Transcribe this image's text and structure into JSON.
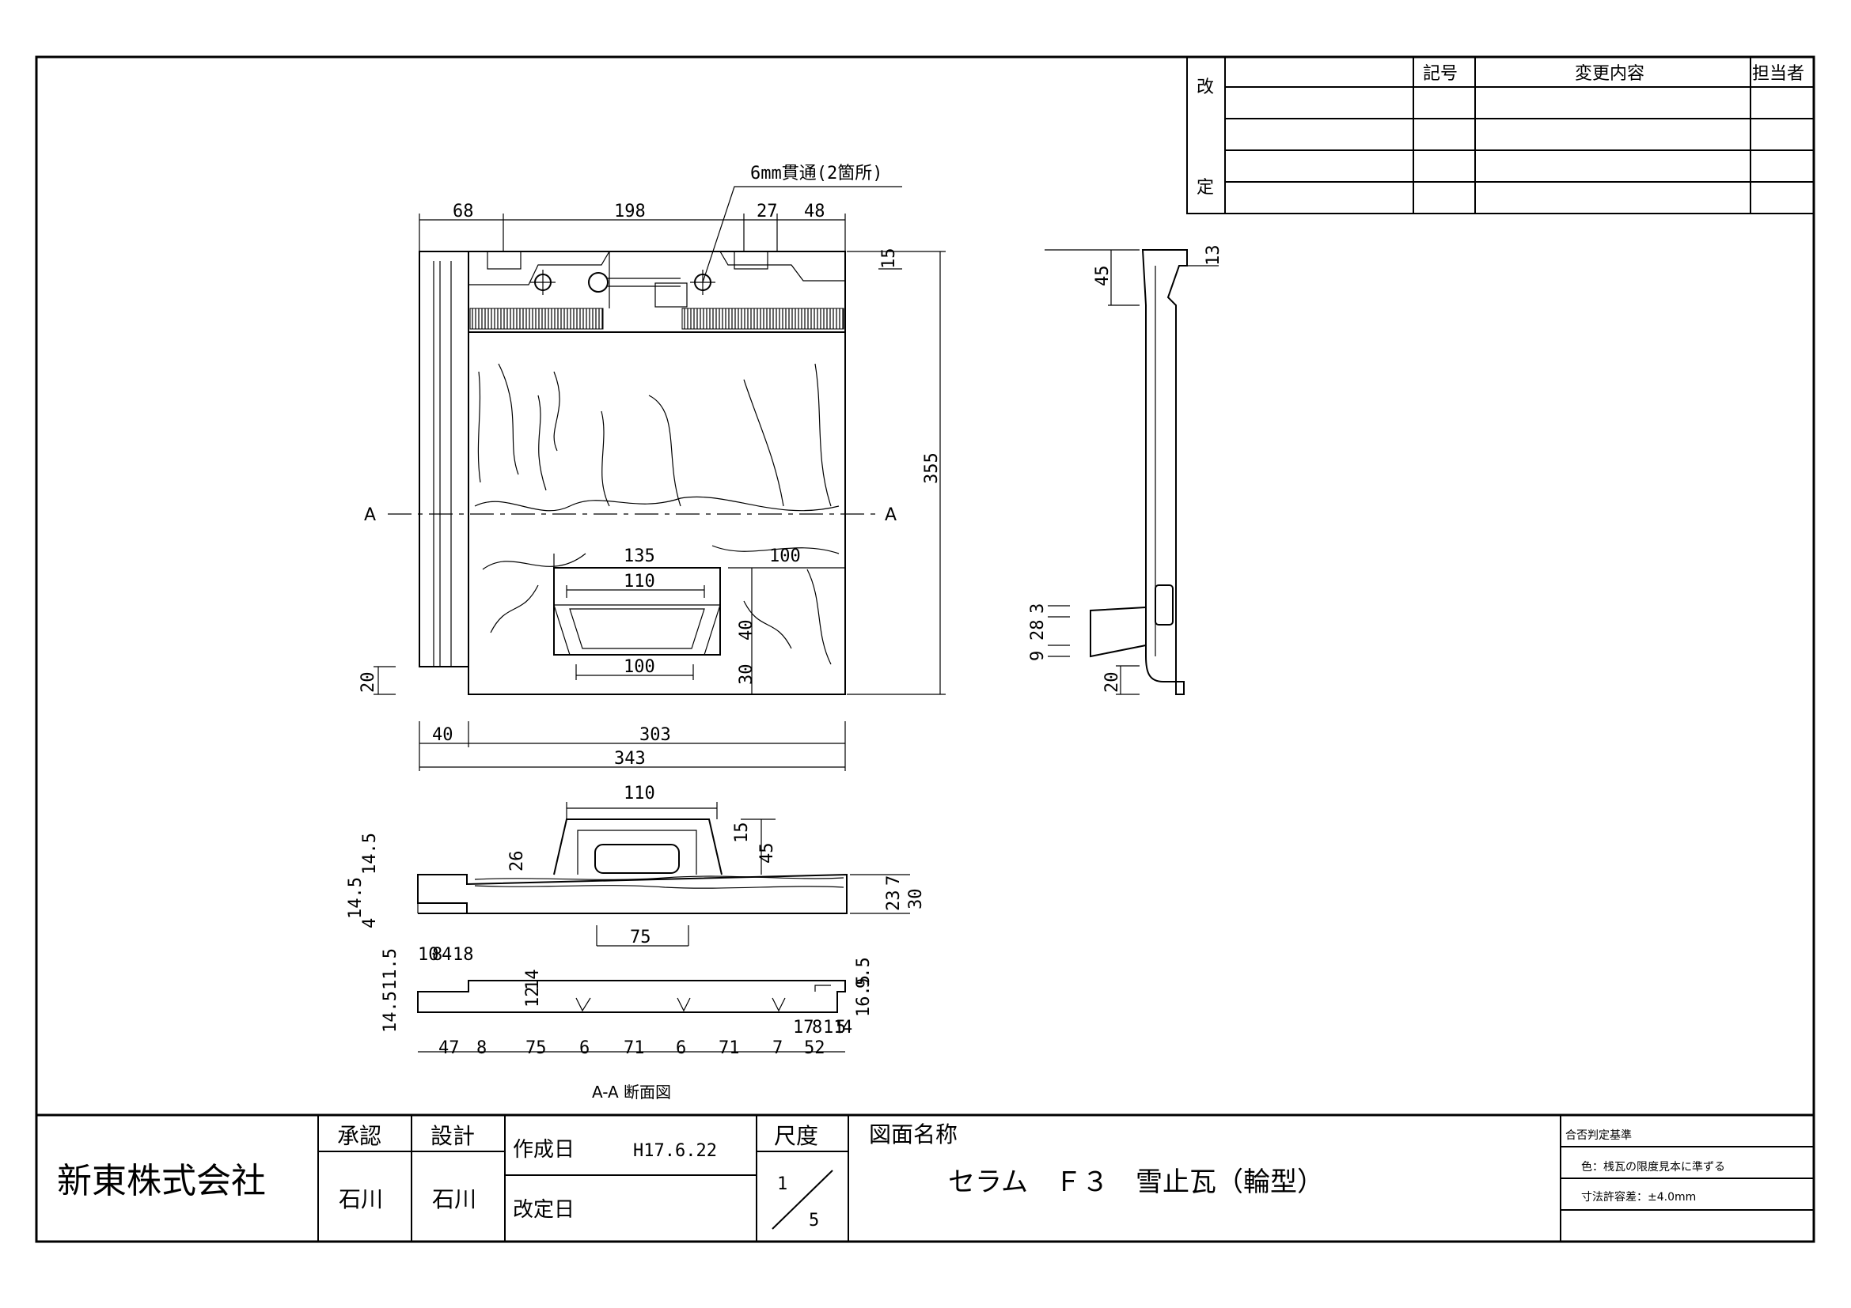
{
  "revision_table": {
    "label_top": "改",
    "label_bottom": "定",
    "col_symbol": "記号",
    "col_content": "変更内容",
    "col_person": "担当者"
  },
  "title_block": {
    "company": "新東株式会社",
    "approve_label": "承認",
    "design_label": "設計",
    "approve_name": "石川",
    "design_name": "石川",
    "created_label": "作成日",
    "created_date": "H17.6.22",
    "revised_label": "改定日",
    "scale_label": "尺度",
    "scale_num": "1",
    "scale_den": "5",
    "drawing_name_label": "図面名称",
    "drawing_name": "セラム　Ｆ３　雪止瓦（輪型）",
    "criteria_label": "合否判定基準",
    "criteria_color": "色：桟瓦の限度見本に準ずる",
    "criteria_tolerance": "寸法許容差：±4.0mm"
  },
  "annotations": {
    "hole_note": "6mm貫通(2箇所)",
    "section_mark": "A",
    "section_title": "A-A 断面図"
  },
  "dims": {
    "top_68": "68",
    "top_198": "198",
    "top_27": "27",
    "top_48": "48",
    "right_15": "15",
    "right_355": "355",
    "d135": "135",
    "d100a": "100",
    "d110": "110",
    "d40": "40",
    "d100b": "100",
    "d30": "30",
    "left_20": "20",
    "b40": "40",
    "b303": "303",
    "b343": "343",
    "s110": "110",
    "s15": "15",
    "s45": "45",
    "s26": "26",
    "s14_5a": "14.5",
    "s14_5b": "14.5",
    "s4": "4",
    "s23": "23",
    "s7": "7",
    "s30": "30",
    "s75": "75",
    "c10": "10",
    "c8": "8",
    "c4": "4",
    "c18": "18",
    "c14_5": "14.5",
    "c11_5": "11.5",
    "c12": "12",
    "c14": "14",
    "c16_5": "16.5",
    "c9_5": "9.5",
    "c17": "17",
    "c8b": "8",
    "c11": "11",
    "c5": "5",
    "c4b": "4",
    "c47": "47",
    "c8c": "8",
    "c75": "75",
    "c6a": "6",
    "c71a": "71",
    "c6b": "6",
    "c71b": "71",
    "c7": "7",
    "c52": "52",
    "side_45": "45",
    "side_13": "13",
    "side_9": "9",
    "side_28": "28",
    "side_3": "3",
    "side_20": "20"
  }
}
